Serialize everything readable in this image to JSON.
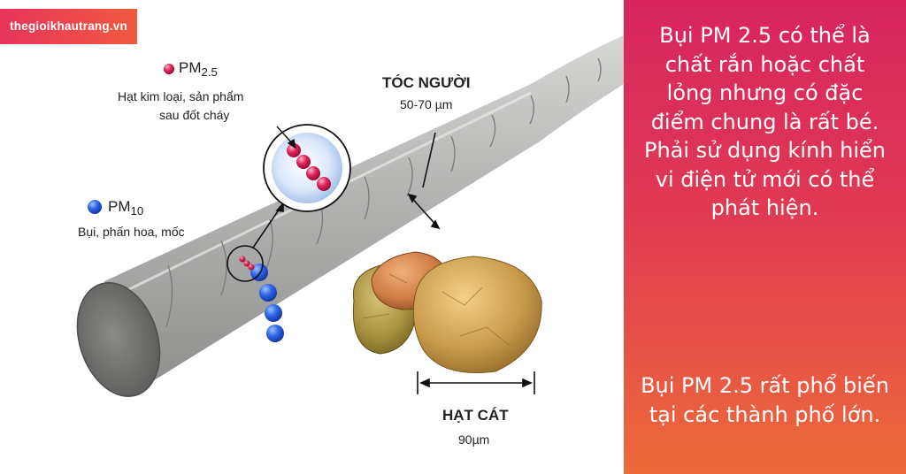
{
  "brand": {
    "logo_text": "thegioikhautrang.vn"
  },
  "labels": {
    "pm25": {
      "name": "PM",
      "subscript": "2.5",
      "desc_line1": "Hạt kim loại, sản phẩm",
      "desc_line2": "sau đốt cháy"
    },
    "pm10": {
      "name": "PM",
      "subscript": "10",
      "desc": "Bụi, phấn hoa, mốc"
    },
    "hair": {
      "title": "TÓC NGƯỜI",
      "size": "50-70 µm"
    },
    "sand": {
      "title": "HẠT CÁT",
      "size": "90µm"
    }
  },
  "panel": {
    "paragraph1": "Bụi PM 2.5 có thể là chất rắn hoặc chất lỏng nhưng có đặc điểm chung là rất bé. Phải sử dụng kính hiển vi điện tử mới có thể phát hiện.",
    "paragraph2": "Bụi PM 2.5 rất phổ biến tại các thành phố lớn."
  },
  "colors": {
    "panel_top": "#d8245f",
    "panel_bottom": "#ec6a3a",
    "hair": "#a9aaa8",
    "pm25_dot": "#e0245a",
    "pm10_dot": "#2f66e8",
    "sand": "#c99a4a"
  }
}
